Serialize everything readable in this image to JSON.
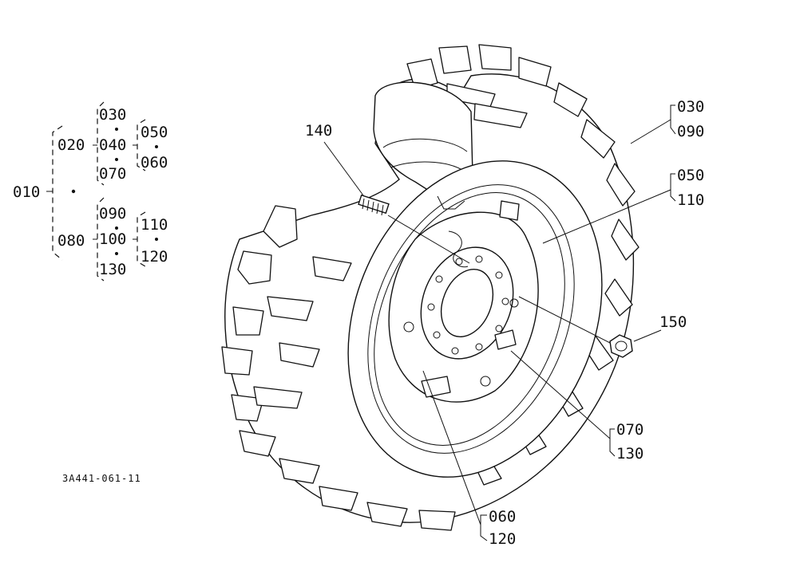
{
  "drawing_code": "3A441-061-11",
  "tree": {
    "root": "010",
    "group_a": "020",
    "group_a_items": [
      "030",
      "040",
      "070"
    ],
    "group_a_sub": [
      "050",
      "060"
    ],
    "group_b": "080",
    "group_b_items": [
      "090",
      "100",
      "130"
    ],
    "group_b_sub": [
      "110",
      "120"
    ]
  },
  "callouts": {
    "c140": "140",
    "c150": "150",
    "c030": "030",
    "c090a": "090",
    "c050": "050",
    "c110": "110",
    "c070": "070",
    "c130": "130",
    "c060": "060",
    "c120": "120"
  }
}
